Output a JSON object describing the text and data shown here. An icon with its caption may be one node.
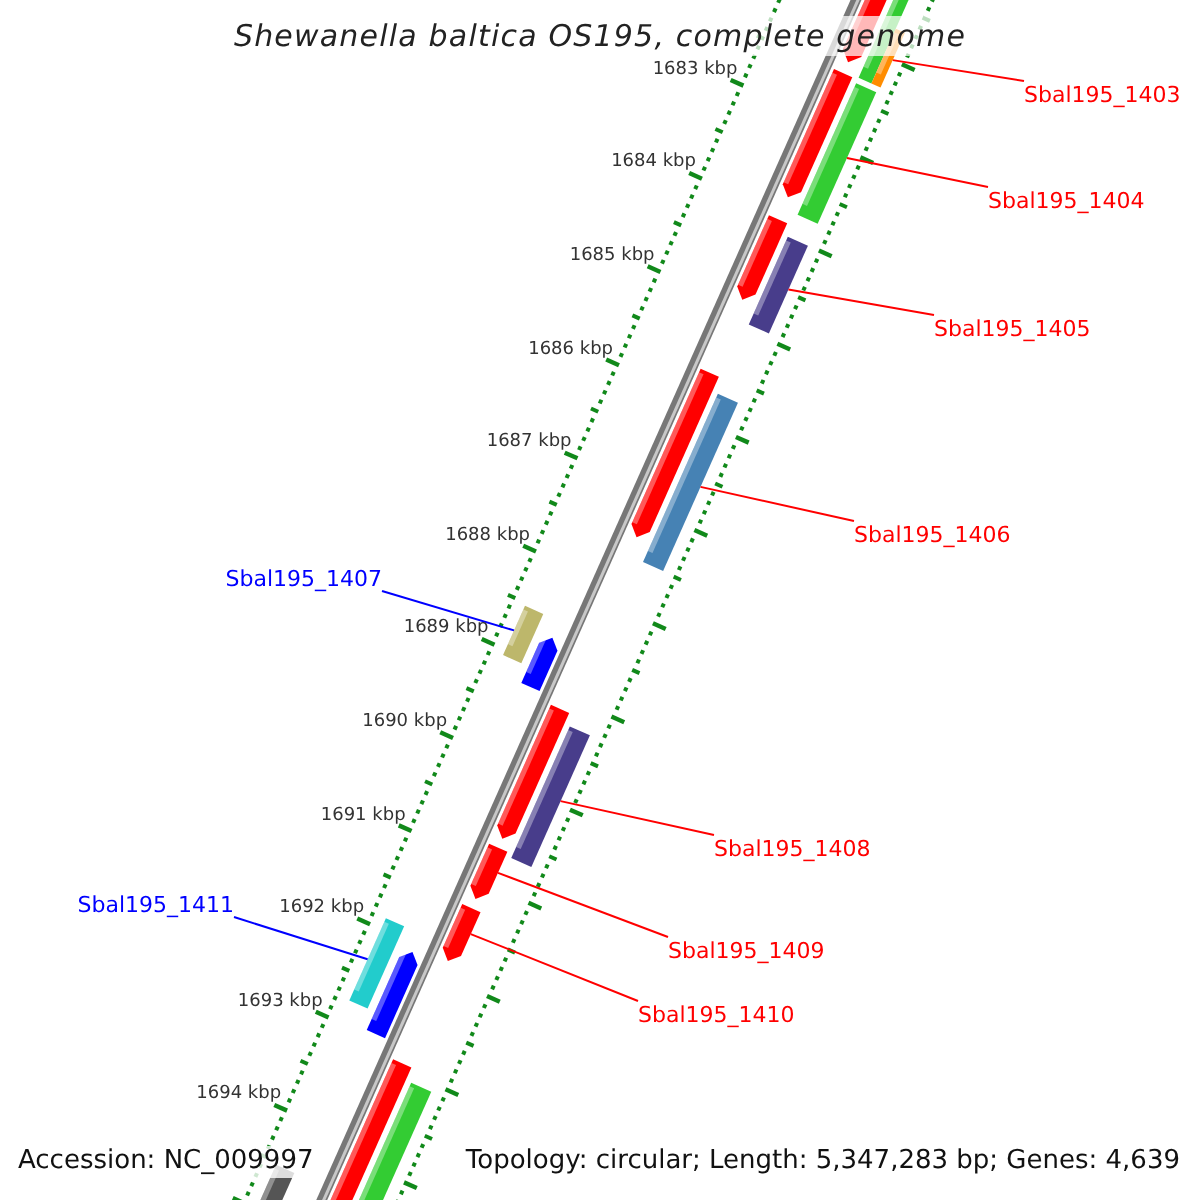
{
  "diagram": {
    "title": "Shewanella baltica OS195, complete genome",
    "nodes": [
      {
        "text": [
          "Sbal195_1403"
        ]
      },
      {
        "text": [],
        "shape": "bar"
      },
      {
        "text": [
          "Sbal195_1404"
        ]
      },
      {
        "text": [],
        "shape": "bar"
      },
      {
        "text": [
          "Sbal195_1405"
        ]
      },
      {
        "text": [],
        "shape": "bar"
      },
      {
        "text": [
          "Sbal195_1406"
        ]
      },
      {
        "text": [],
        "shape": "bar"
      },
      {
        "text": [
          "Sbal195_1407"
        ]
      },
      {
        "text": [],
        "shape": "bar"
      },
      {
        "text": [
          "Sbal195_1408"
        ]
      },
      {
        "text": [],
        "shape": "bar"
      },
      {
        "text": [
          "Sbal195_1409"
        ]
      },
      {
        "text": [],
        "shape": "bar"
      },
      {
        "text": [
          "Sbal195_1410"
        ]
      },
      {
        "text": [],
        "shape": "bar"
      },
      {
        "text": [
          "Sbal195_1411"
        ]
      },
      {
        "text": [],
        "shape": "bar"
      }
    ],
    "edges": [
      {
        "from": 0,
        "to": 1,
        "arrow": "none"
      },
      {
        "from": 2,
        "to": 3,
        "arrow": "none"
      },
      {
        "from": 4,
        "to": 5,
        "arrow": "none"
      },
      {
        "from": 6,
        "to": 7,
        "arrow": "none"
      },
      {
        "from": 8,
        "to": 9,
        "arrow": "none",
        "color": "#0000ff"
      },
      {
        "from": 10,
        "to": 11,
        "arrow": "none"
      },
      {
        "from": 12,
        "to": 13,
        "arrow": "none"
      },
      {
        "from": 14,
        "to": 15,
        "arrow": "none"
      },
      {
        "from": 16,
        "to": 17,
        "arrow": "none",
        "color": "#0000ff"
      }
    ],
    "labels": [
      "1683 kbp",
      "1684 kbp",
      "1685 kbp",
      "1686 kbp",
      "1687 kbp",
      "1688 kbp",
      "1689 kbp",
      "1690 kbp",
      "1691 kbp",
      "1692 kbp",
      "1693 kbp",
      "1694 kbp",
      "Accession: NC_009997",
      "Topology: circular; Length: 5,347,283 bp; Genes: 4,639"
    ]
  }
}
